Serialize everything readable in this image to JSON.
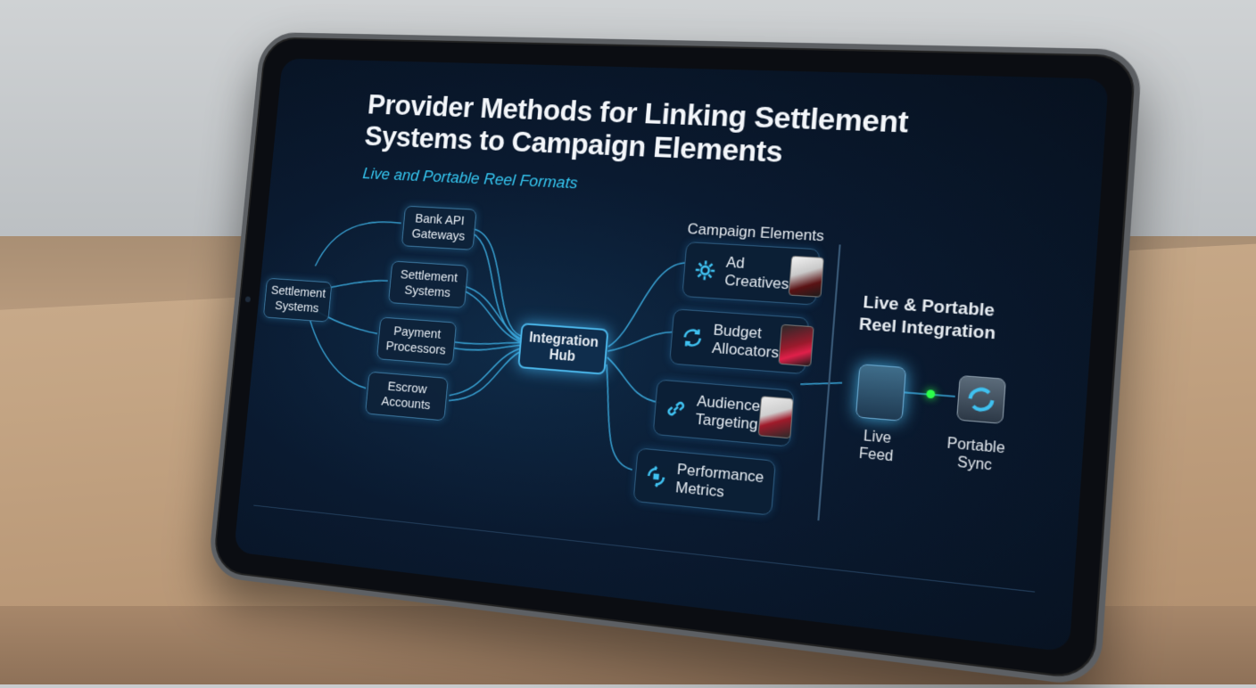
{
  "title": "Provider Methods for Linking Settlement Systems to Campaign Elements",
  "subtitle": "Live and Portable Reel Formats",
  "left_nodes": {
    "source": "Settlement Systems",
    "bank": "Bank API Gateways",
    "settlement": "Settlement Systems",
    "payment": "Payment Processors",
    "escrow": "Escrow Accounts"
  },
  "hub": "Integration Hub",
  "campaign": {
    "heading": "Campaign Elements",
    "items": [
      {
        "label": "Ad Creatives",
        "icon": "gear-icon"
      },
      {
        "label": "Budget Allocators",
        "icon": "refresh-icon"
      },
      {
        "label": "Audience Targeting",
        "icon": "link-icon"
      },
      {
        "label": "Performance Metrics",
        "icon": "metrics-icon"
      }
    ]
  },
  "reel": {
    "heading": "Live & Portable Reel Integration",
    "live": "Live Feed",
    "portable": "Portable Sync"
  },
  "colors": {
    "accent": "#35c6f0",
    "screen": "#0a1a30",
    "status": "#2cff4a"
  }
}
